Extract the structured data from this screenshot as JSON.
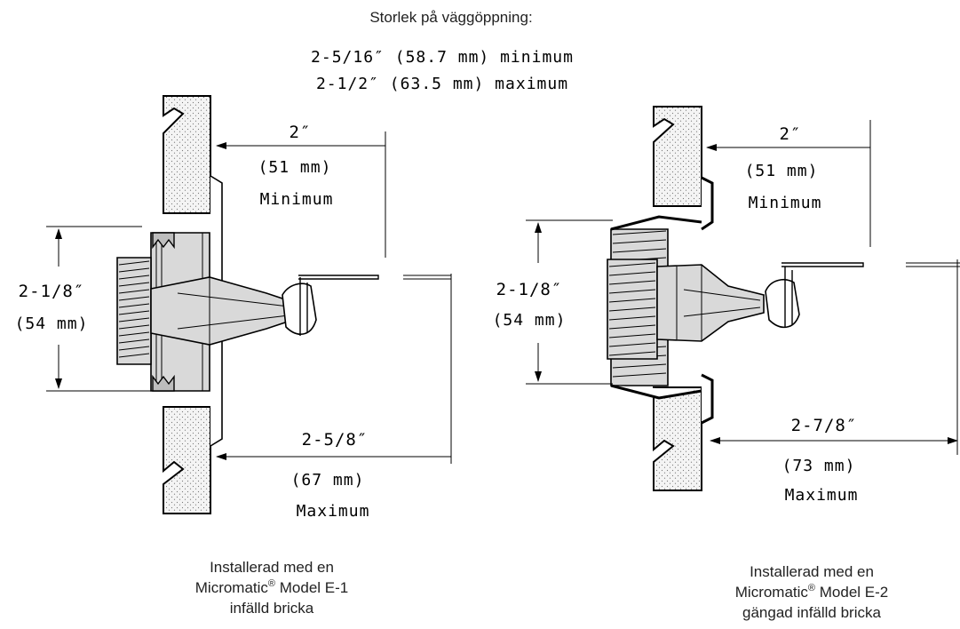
{
  "header": {
    "title": "Storlek på väggöppning:",
    "min_line": "2-5/16″ (58.7 mm) minimum",
    "max_line": "2-1/2″ (63.5 mm) maximum"
  },
  "left": {
    "top_dim": "2″",
    "top_dim_mm": "(51 mm)",
    "top_dim_note": "Minimum",
    "side_dim": "2-1/8″",
    "side_dim_mm": "(54 mm)",
    "bottom_dim": "2-5/8″",
    "bottom_dim_mm": "(67 mm)",
    "bottom_dim_note": "Maximum",
    "caption_line1": "Installerad med en",
    "caption_line2_prefix": "Micromatic",
    "caption_line2_reg": "®",
    "caption_line2_suffix": " Model E-1",
    "caption_line3": "infälld bricka"
  },
  "right": {
    "top_dim": "2″",
    "top_dim_mm": "(51 mm)",
    "top_dim_note": "Minimum",
    "side_dim": "2-1/8″",
    "side_dim_mm": "(54 mm)",
    "bottom_dim": "2-7/8″",
    "bottom_dim_mm": "(73 mm)",
    "bottom_dim_note": "Maximum",
    "caption_line1": "Installerad med en",
    "caption_line2_prefix": "Micromatic",
    "caption_line2_reg": "®",
    "caption_line2_suffix": " Model E-2",
    "caption_line3": "gängad infälld bricka"
  }
}
